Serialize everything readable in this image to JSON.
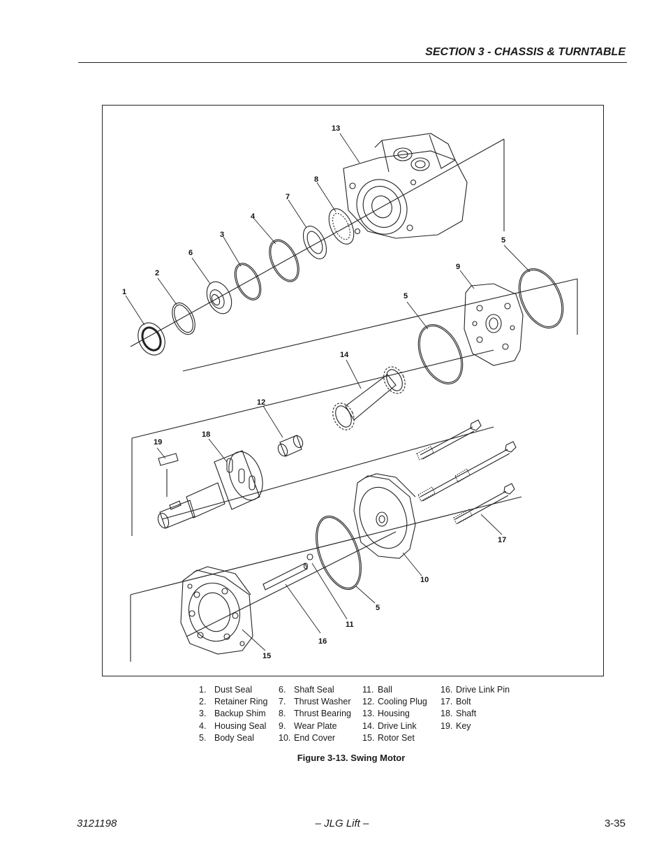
{
  "header": {
    "section_title": "SECTION 3 - CHASSIS & TURNTABLE"
  },
  "figure": {
    "caption": "Figure 3-13.  Swing Motor",
    "callouts": {
      "c1": "1",
      "c2": "2",
      "c6": "6",
      "c3": "3",
      "c4": "4",
      "c7": "7",
      "c8": "8",
      "c13": "13",
      "c5a": "5",
      "c9": "9",
      "c5b": "5",
      "c14": "14",
      "c12": "12",
      "c18": "18",
      "c19": "19",
      "c17": "17",
      "c10": "10",
      "c5c": "5",
      "c11": "11",
      "c16": "16",
      "c15": "15"
    }
  },
  "legend": {
    "col1": [
      {
        "num": "1.",
        "label": "Dust Seal"
      },
      {
        "num": "2.",
        "label": "Retainer Ring"
      },
      {
        "num": "3.",
        "label": "Backup Shim"
      },
      {
        "num": "4.",
        "label": "Housing Seal"
      },
      {
        "num": "5.",
        "label": "Body Seal"
      }
    ],
    "col2": [
      {
        "num": "6.",
        "label": "Shaft Seal"
      },
      {
        "num": "7.",
        "label": "Thrust Washer"
      },
      {
        "num": "8.",
        "label": "Thrust Bearing"
      },
      {
        "num": "9.",
        "label": "Wear Plate"
      },
      {
        "num": "10.",
        "label": "End Cover"
      }
    ],
    "col3": [
      {
        "num": "11.",
        "label": "Ball"
      },
      {
        "num": "12.",
        "label": "Cooling Plug"
      },
      {
        "num": "13.",
        "label": "Housing"
      },
      {
        "num": "14.",
        "label": "Drive Link"
      },
      {
        "num": "15.",
        "label": "Rotor Set"
      }
    ],
    "col4": [
      {
        "num": "16.",
        "label": "Drive Link Pin"
      },
      {
        "num": "17.",
        "label": "Bolt"
      },
      {
        "num": "18.",
        "label": "Shaft"
      },
      {
        "num": "19.",
        "label": "Key"
      }
    ]
  },
  "footer": {
    "doc_number": "3121198",
    "brand": "– JLG Lift –",
    "page": "3-35"
  }
}
